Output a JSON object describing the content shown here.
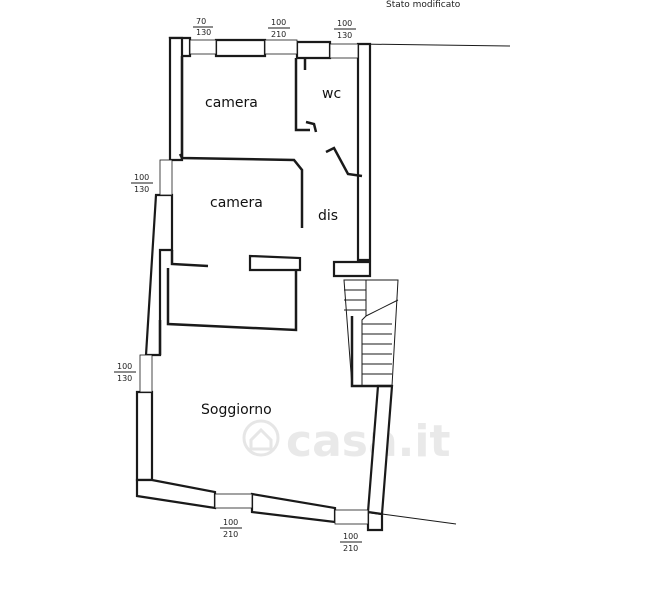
{
  "header": {
    "title": "Stato modificato"
  },
  "rooms": [
    {
      "id": "camera1",
      "label": "camera"
    },
    {
      "id": "wc",
      "label": "wc"
    },
    {
      "id": "camera2",
      "label": "camera"
    },
    {
      "id": "dis",
      "label": "dis"
    },
    {
      "id": "soggiorno",
      "label": "Soggiorno"
    }
  ],
  "openings": [
    {
      "top": "70",
      "bottom": "130"
    },
    {
      "top": "100",
      "bottom": "210"
    },
    {
      "top": "100",
      "bottom": "130"
    },
    {
      "top": "100",
      "bottom": "130"
    },
    {
      "top": "100",
      "bottom": "130"
    },
    {
      "top": "100",
      "bottom": "210"
    },
    {
      "top": "100",
      "bottom": "210"
    }
  ],
  "watermark": {
    "text": "casa.it",
    "icon": "house-icon"
  },
  "colors": {
    "wall": "#1a1a1a",
    "watermark": "#e9e9e9"
  }
}
